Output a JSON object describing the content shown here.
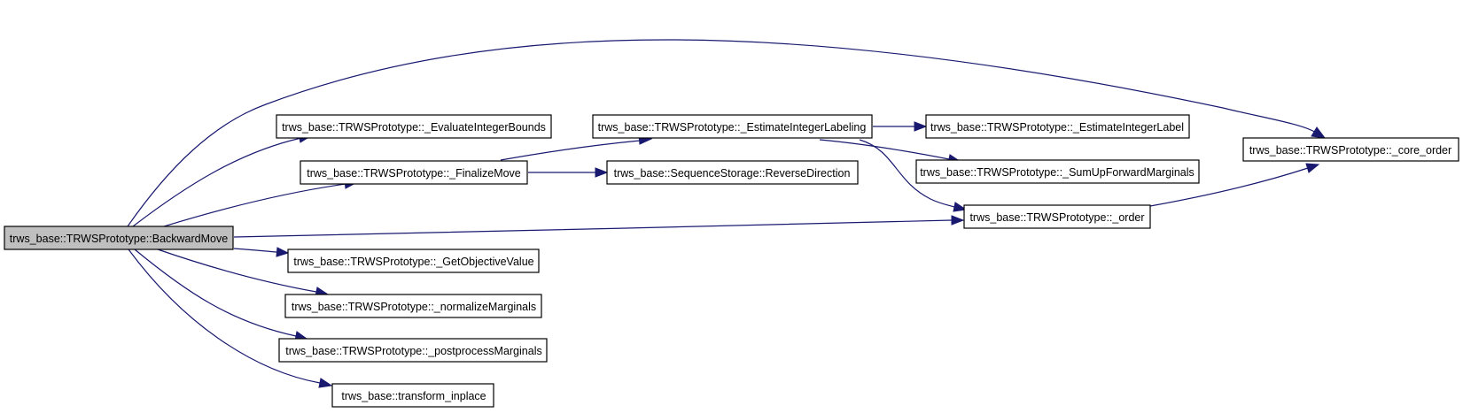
{
  "colors": {
    "edge": "#191970",
    "node_border": "#000000",
    "node_fill": "#ffffff",
    "root_fill": "#bfbfbf"
  },
  "nodes": {
    "backward_move": "trws_base::TRWSPrototype::BackwardMove",
    "evaluate_integer_bounds": "trws_base::TRWSPrototype::_EvaluateIntegerBounds",
    "finalize_move": "trws_base::TRWSPrototype::_FinalizeMove",
    "estimate_integer_labeling": "trws_base::TRWSPrototype::_EstimateIntegerLabeling",
    "reverse_direction": "trws_base::SequenceStorage::ReverseDirection",
    "estimate_integer_label": "trws_base::TRWSPrototype::_EstimateIntegerLabel",
    "sum_up_forward_marginals": "trws_base::TRWSPrototype::_SumUpForwardMarginals",
    "order": "trws_base::TRWSPrototype::_order",
    "core_order": "trws_base::TRWSPrototype::_core_order",
    "get_objective_value": "trws_base::TRWSPrototype::_GetObjectiveValue",
    "normalize_marginals": "trws_base::TRWSPrototype::_normalizeMarginals",
    "postprocess_marginals": "trws_base::TRWSPrototype::_postprocessMarginals",
    "transform_inplace": "trws_base::transform_inplace"
  },
  "edges": [
    {
      "from": "backward_move",
      "to": "core_order"
    },
    {
      "from": "backward_move",
      "to": "evaluate_integer_bounds"
    },
    {
      "from": "backward_move",
      "to": "finalize_move"
    },
    {
      "from": "backward_move",
      "to": "order"
    },
    {
      "from": "backward_move",
      "to": "get_objective_value"
    },
    {
      "from": "backward_move",
      "to": "normalize_marginals"
    },
    {
      "from": "backward_move",
      "to": "postprocess_marginals"
    },
    {
      "from": "backward_move",
      "to": "transform_inplace"
    },
    {
      "from": "finalize_move",
      "to": "estimate_integer_labeling"
    },
    {
      "from": "finalize_move",
      "to": "reverse_direction"
    },
    {
      "from": "estimate_integer_labeling",
      "to": "estimate_integer_label"
    },
    {
      "from": "estimate_integer_labeling",
      "to": "sum_up_forward_marginals"
    },
    {
      "from": "estimate_integer_labeling",
      "to": "order"
    },
    {
      "from": "order",
      "to": "core_order"
    }
  ]
}
